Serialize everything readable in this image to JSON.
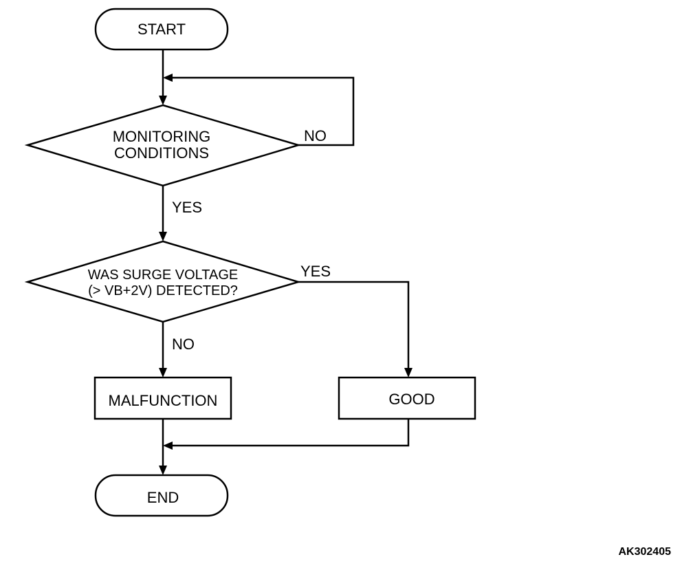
{
  "nodes": {
    "start": "START",
    "monitoring": [
      "MONITORING",
      "CONDITIONS"
    ],
    "surge_check": [
      "WAS SURGE VOLTAGE",
      "(> VB+2V) DETECTED?"
    ],
    "malfunction": "MALFUNCTION",
    "good": "GOOD",
    "end": "END"
  },
  "edges": {
    "monitoring_no": "NO",
    "monitoring_yes": "YES",
    "surge_yes": "YES",
    "surge_no": "NO"
  },
  "figure_code": "AK302405"
}
